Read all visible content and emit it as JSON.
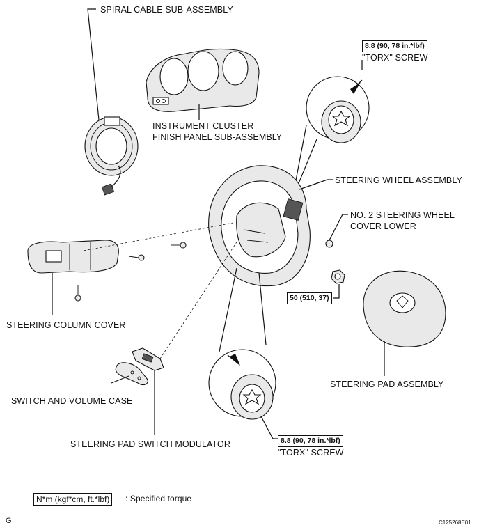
{
  "labels": {
    "spiral_cable": "SPIRAL CABLE SUB-ASSEMBLY",
    "instrument_cluster_line1": "INSTRUMENT CLUSTER",
    "instrument_cluster_line2": "FINISH PANEL SUB-ASSEMBLY",
    "steering_wheel": "STEERING WHEEL ASSEMBLY",
    "no2_cover_line1": "NO. 2 STEERING WHEEL",
    "no2_cover_line2": "COVER LOWER",
    "steering_column_cover": "STEERING COLUMN COVER",
    "switch_volume_case": "SWITCH AND VOLUME CASE",
    "pad_switch_modulator": "STEERING PAD SWITCH MODULATOR",
    "steering_pad": "STEERING PAD ASSEMBLY",
    "torx_screw_top": "\"TORX\" SCREW",
    "torx_screw_bottom": "\"TORX\" SCREW"
  },
  "torque": {
    "top": "8.8 (90, 78 in.*lbf)",
    "bottom": "8.8 (90, 78 in.*lbf)",
    "nut": "50 (510, 37)"
  },
  "legend": {
    "box": "N*m (kgf*cm, ft.*lbf)",
    "text": ": Specified torque"
  },
  "footer": {
    "left": "G",
    "right": "C125268E01"
  }
}
